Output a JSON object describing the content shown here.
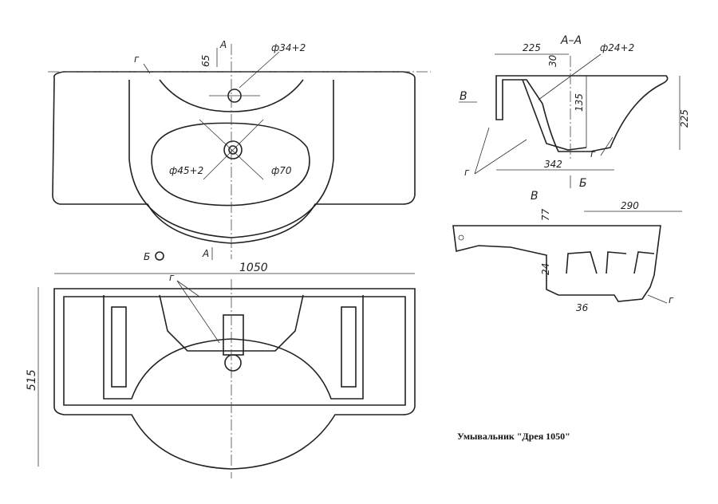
{
  "top_view": {
    "section_mark_top": "А",
    "dim_65": "65",
    "dim_hole_tap": "ф34+2",
    "label_g": "г",
    "dim_drain": "ф45+2",
    "dim_drain_outer": "ф70",
    "section_mark_bottom": "А",
    "view_mark_b": "Б"
  },
  "bottom_view": {
    "dim_width": "1050",
    "dim_depth": "515",
    "label_g": "г"
  },
  "section_view": {
    "title": "А–А",
    "dim_225_top": "225",
    "dim_hole": "ф24+2",
    "dim_30": "30",
    "view_mark_v": "В",
    "dim_135": "135",
    "dim_225_height": "225",
    "dim_342": "342",
    "label_g_left": "г",
    "label_g_right": "г",
    "view_mark_b": "Б"
  },
  "side_view": {
    "title": "В",
    "dim_77": "77",
    "dim_290": "290",
    "dim_24": "24",
    "dim_36": "36",
    "label_g": "г"
  },
  "caption": "Умывальник \"Дрея 1050\""
}
